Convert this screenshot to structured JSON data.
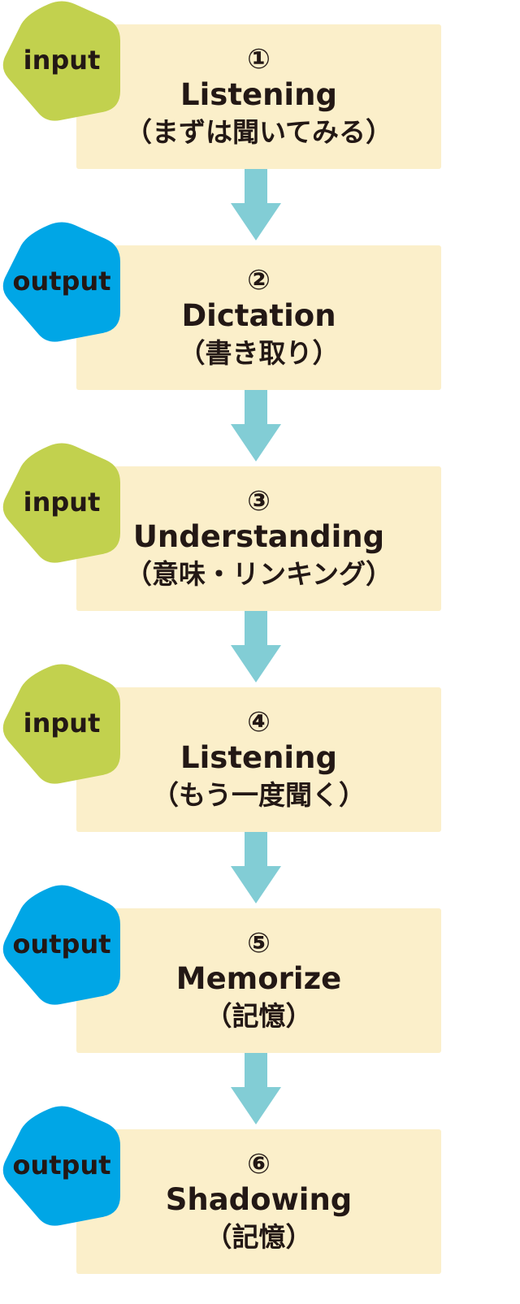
{
  "colors": {
    "input_badge": "#c2d14e",
    "output_badge": "#00a6e6",
    "box_fill": "#fbefca",
    "arrow": "#82cdd5",
    "text": "#231815"
  },
  "steps": [
    {
      "kind": "input",
      "badge_label": "input",
      "number": "①",
      "title": "Listening",
      "subtitle": "（まずは聞いてみる）"
    },
    {
      "kind": "output",
      "badge_label": "output",
      "number": "②",
      "title": "Dictation",
      "subtitle": "（書き取り）"
    },
    {
      "kind": "input",
      "badge_label": "input",
      "number": "③",
      "title": "Understanding",
      "subtitle": "（意味・リンキング）"
    },
    {
      "kind": "input",
      "badge_label": "input",
      "number": "④",
      "title": "Listening",
      "subtitle": "（もう一度聞く）"
    },
    {
      "kind": "output",
      "badge_label": "output",
      "number": "⑤",
      "title": "Memorize",
      "subtitle": "（記憶）"
    },
    {
      "kind": "output",
      "badge_label": "output",
      "number": "⑥",
      "title": "Shadowing",
      "subtitle": "（記憶）"
    }
  ]
}
